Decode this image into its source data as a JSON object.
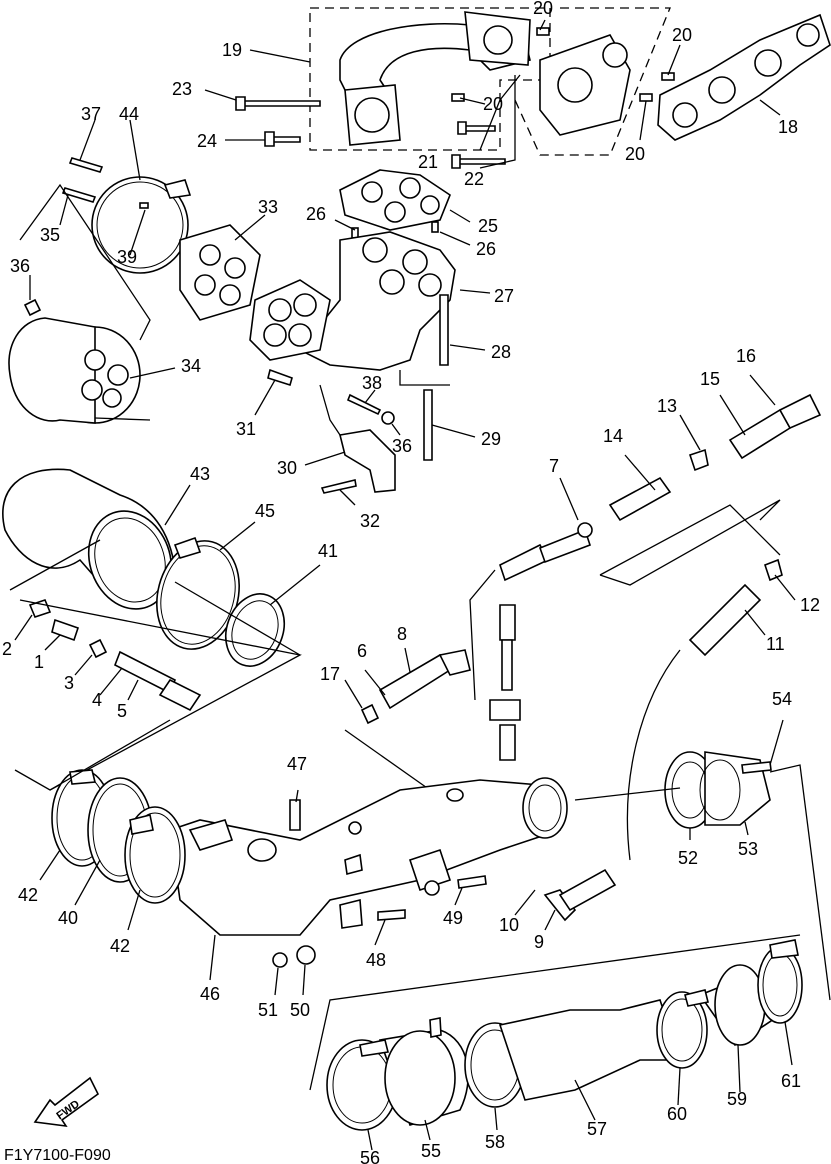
{
  "diagram": {
    "caption": "F1Y7100-F090",
    "fwd_label": "FWD",
    "part_numbers": {
      "p1": "1",
      "p2": "2",
      "p3": "3",
      "p4": "4",
      "p5": "5",
      "p6": "6",
      "p7": "7",
      "p8": "8",
      "p9": "9",
      "p10": "10",
      "p11": "11",
      "p12": "12",
      "p13": "13",
      "p14": "14",
      "p15": "15",
      "p16": "16",
      "p17": "17",
      "p18": "18",
      "p19": "19",
      "p20a": "20",
      "p20b": "20",
      "p20c": "20",
      "p20d": "20",
      "p21": "21",
      "p22": "22",
      "p23": "23",
      "p24": "24",
      "p25": "25",
      "p26a": "26",
      "p26b": "26",
      "p27": "27",
      "p28": "28",
      "p29": "29",
      "p30": "30",
      "p31": "31",
      "p32": "32",
      "p33": "33",
      "p34": "34",
      "p35": "35",
      "p36a": "36",
      "p36b": "36",
      "p37": "37",
      "p38": "38",
      "p39": "39",
      "p40": "40",
      "p41": "41",
      "p42a": "42",
      "p42b": "42",
      "p43": "43",
      "p44": "44",
      "p45": "45",
      "p46": "46",
      "p47": "47",
      "p48": "48",
      "p49": "49",
      "p50": "50",
      "p51": "51",
      "p52": "52",
      "p53": "53",
      "p54": "54",
      "p55": "55",
      "p56": "56",
      "p57": "57",
      "p58": "58",
      "p59": "59",
      "p60": "60",
      "p61": "61"
    }
  }
}
